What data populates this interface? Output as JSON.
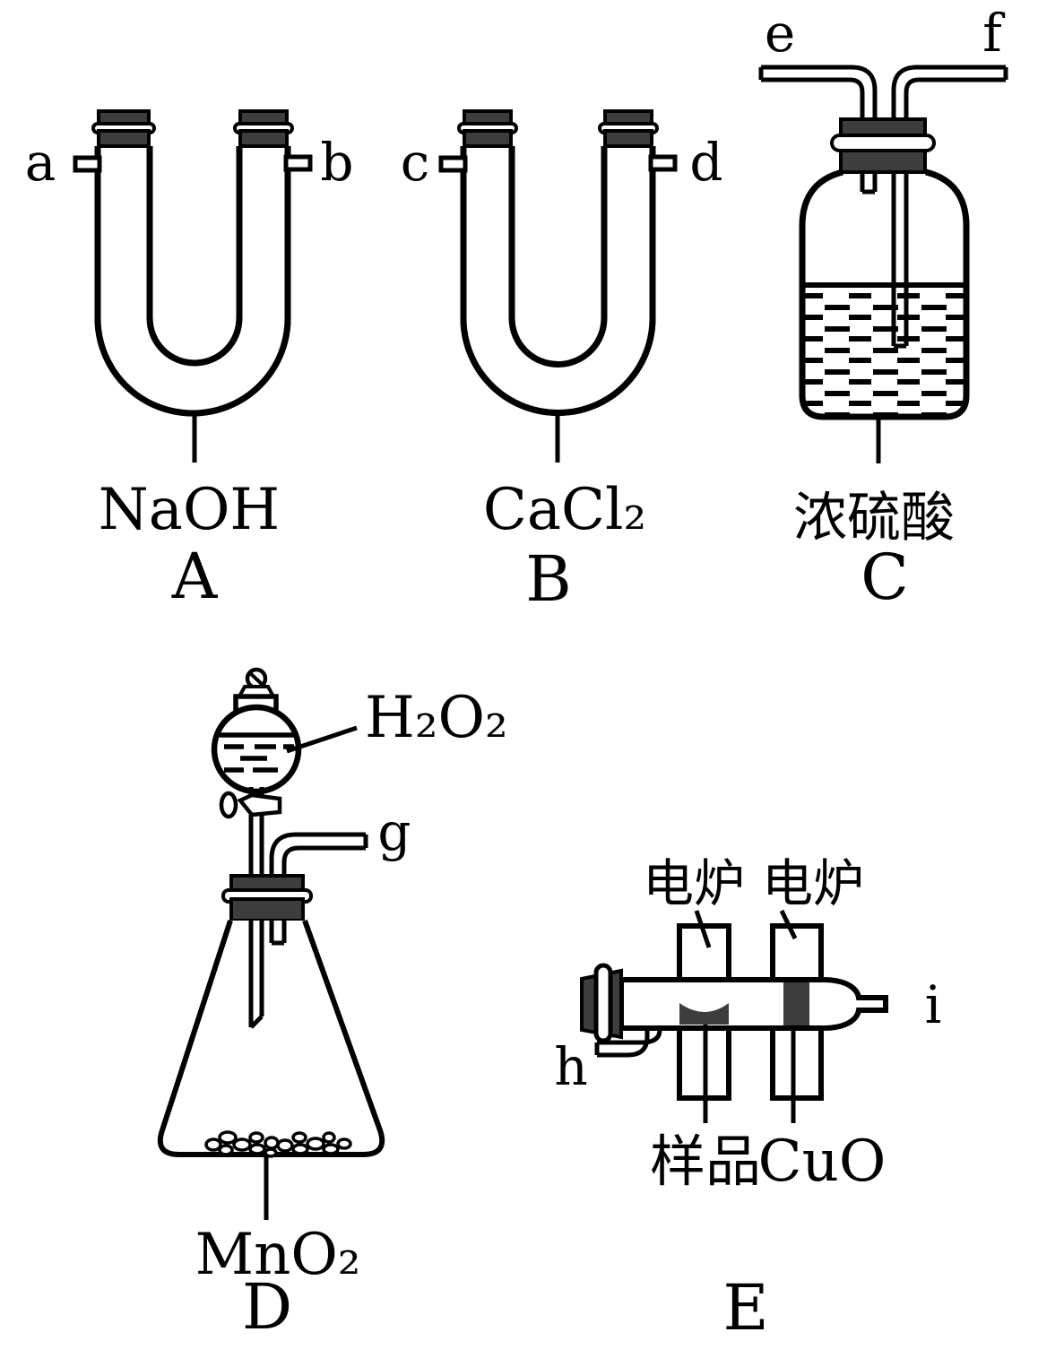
{
  "apparatus": {
    "A": {
      "label": "A",
      "reagent": "NaOH",
      "ports": [
        "a",
        "b"
      ]
    },
    "B": {
      "label": "B",
      "reagent": "CaCl₂",
      "ports": [
        "c",
        "d"
      ]
    },
    "C": {
      "label": "C",
      "reagent": "浓硫酸",
      "ports": [
        "e",
        "f"
      ]
    },
    "D": {
      "label": "D",
      "reagent": "MnO₂",
      "funnel_liquid": "H₂O₂",
      "port": "g"
    },
    "E": {
      "label": "E",
      "furnace_labels": [
        "电炉",
        "电炉"
      ],
      "sample": "样品",
      "oxide": "CuO",
      "ports": [
        "h",
        "i"
      ]
    }
  },
  "colors": {
    "ink": "#000000",
    "stopper_fill": "#3d3d3d",
    "paper": "#ffffff"
  }
}
